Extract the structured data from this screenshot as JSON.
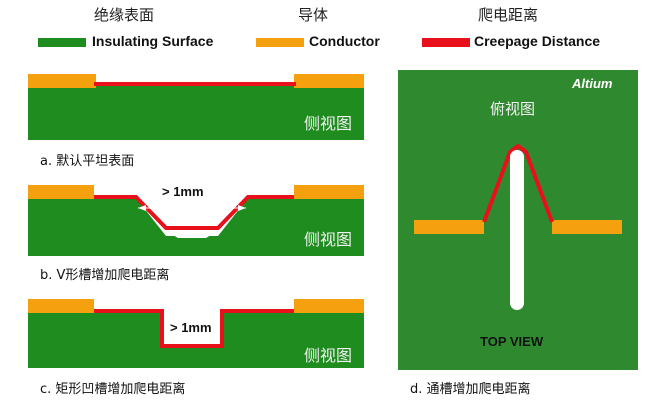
{
  "legend": {
    "insulating_cn": "绝缘表面",
    "insulating_en": "Insulating Surface",
    "conductor_cn": "导体",
    "conductor_en": "Conductor",
    "creepage_cn": "爬电距离",
    "creepage_en": "Creepage Distance"
  },
  "colors": {
    "insulating": "#1e8c1e",
    "conductor": "#f5a00f",
    "creepage": "#e8101a",
    "board_dark": "#2f8a2f"
  },
  "panels": {
    "a": {
      "side_label": "侧视图",
      "caption": "a.  默认平坦表面"
    },
    "b": {
      "side_label": "侧视图",
      "gap_label": "> 1mm",
      "caption": "b.  V形槽增加爬电距离"
    },
    "c": {
      "side_label": "侧视图",
      "gap_label": "> 1mm",
      "caption": "c.  矩形凹槽增加爬电距离"
    },
    "d": {
      "top_label": "俯视图",
      "brand": "Altium",
      "view_label": "TOP VIEW",
      "caption": "d.  通槽增加爬电距离"
    }
  }
}
